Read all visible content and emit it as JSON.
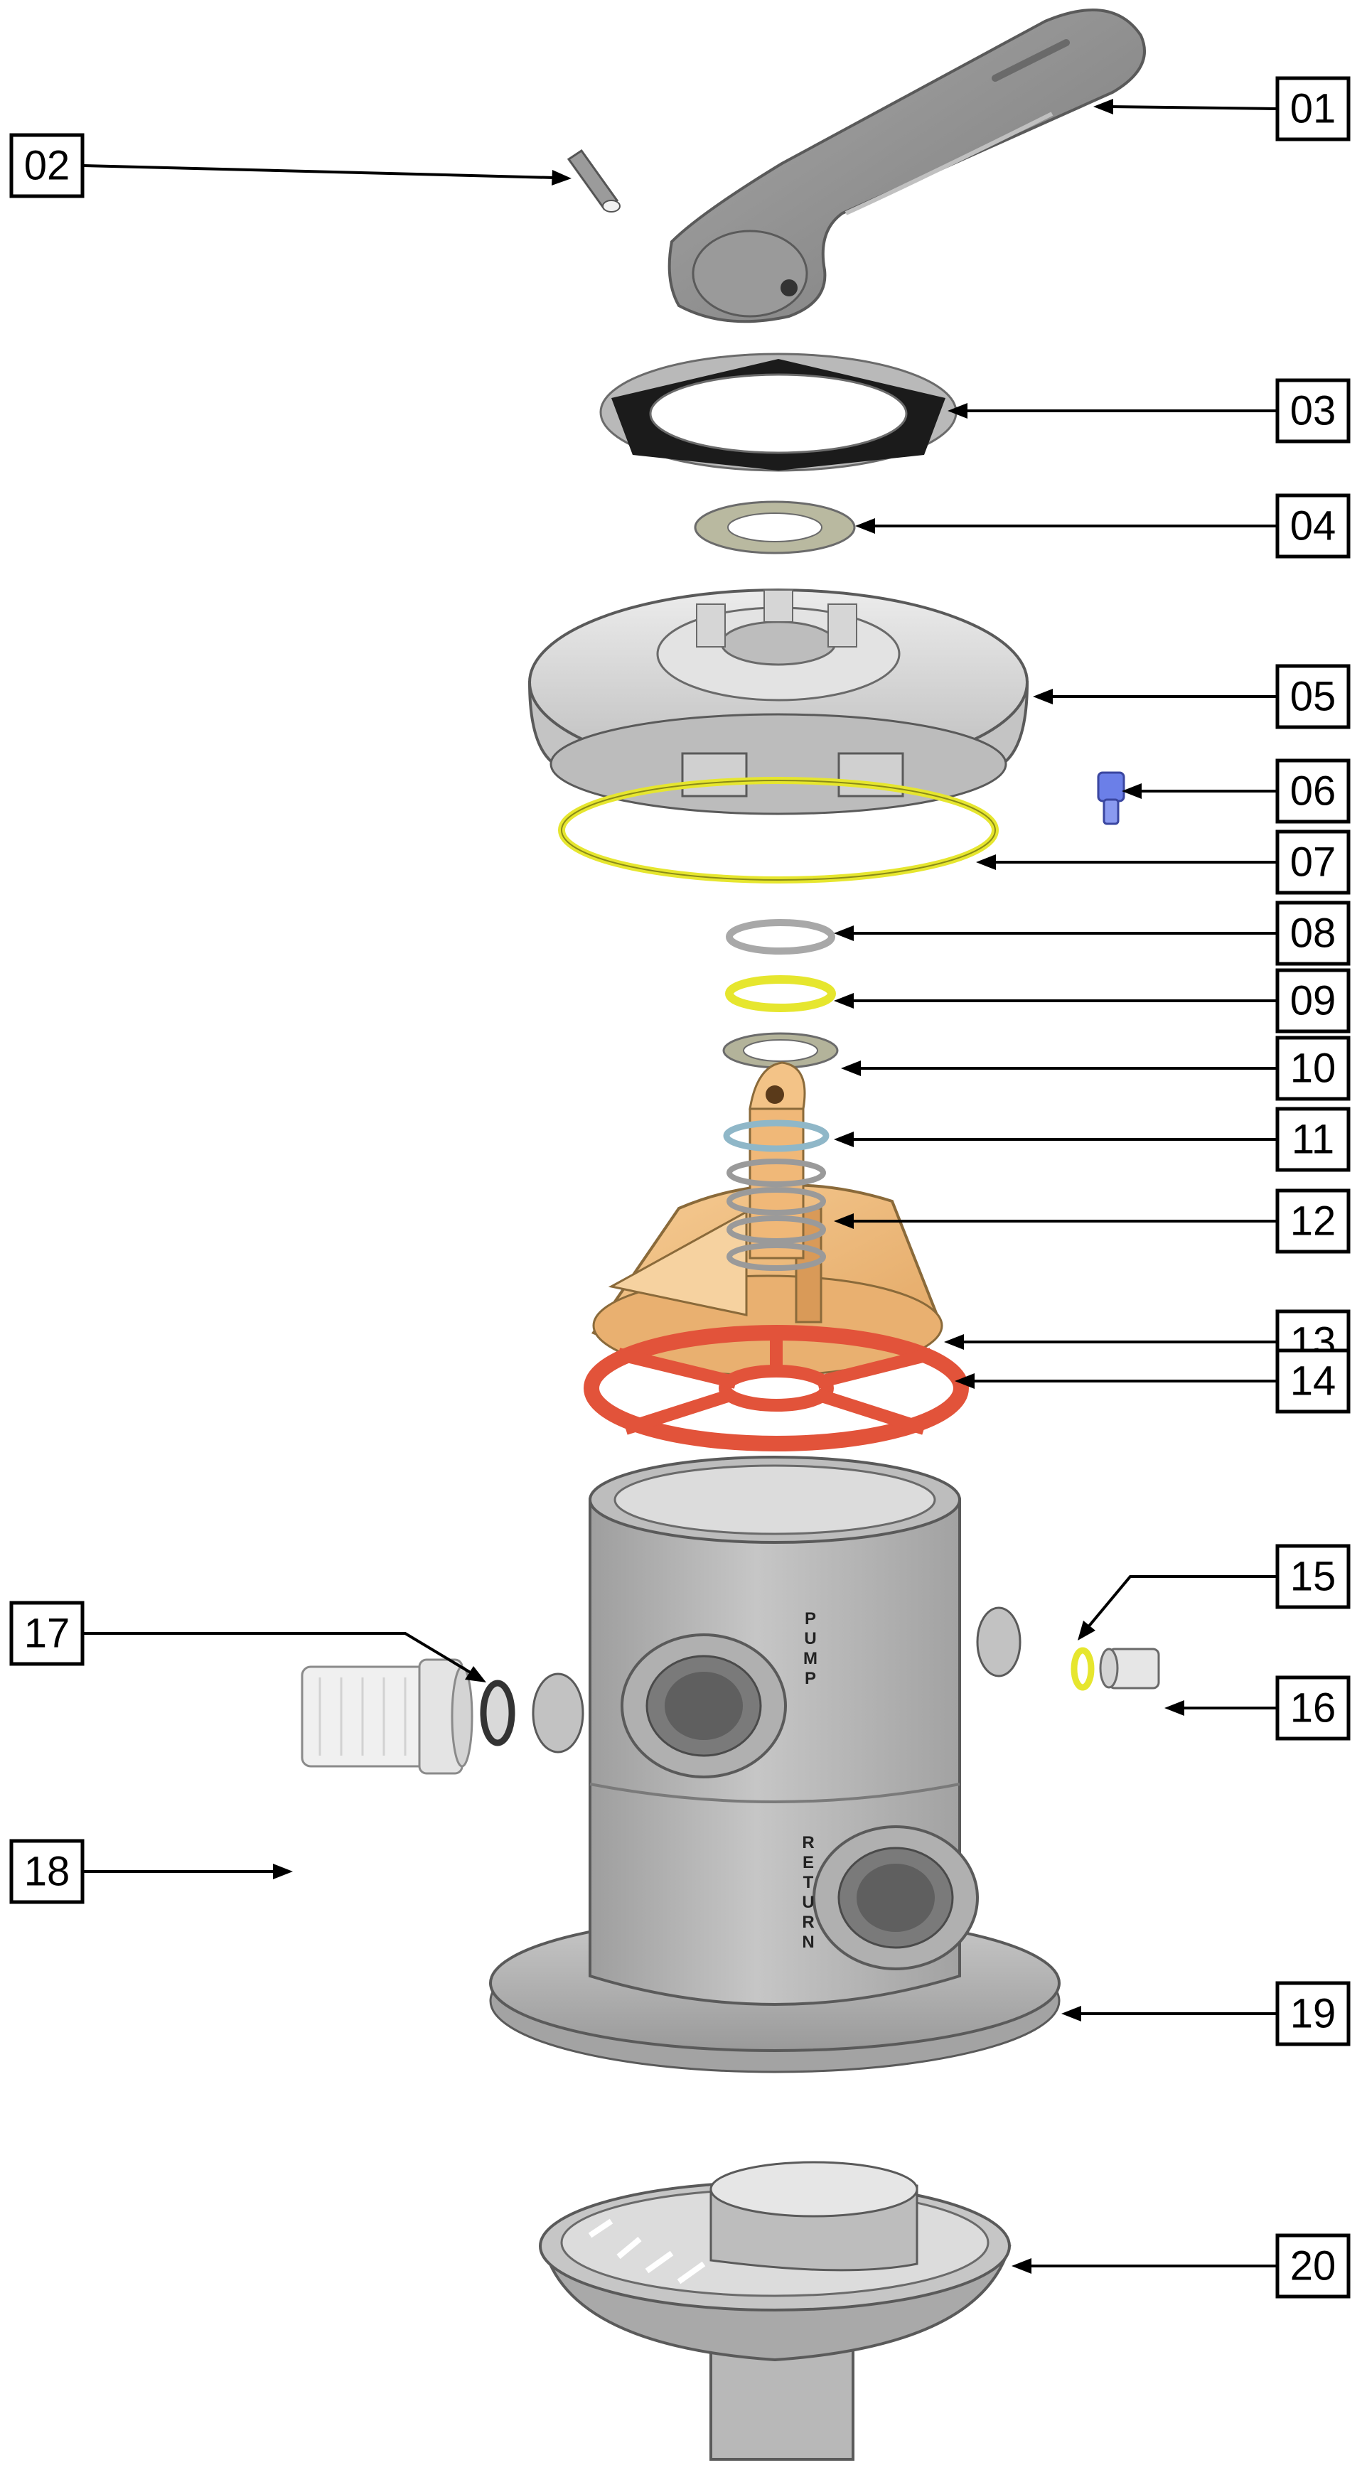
{
  "callouts": [
    {
      "id": "01",
      "label": "01"
    },
    {
      "id": "02",
      "label": "02"
    },
    {
      "id": "03",
      "label": "03"
    },
    {
      "id": "04",
      "label": "04"
    },
    {
      "id": "05",
      "label": "05"
    },
    {
      "id": "06",
      "label": "06"
    },
    {
      "id": "07",
      "label": "07"
    },
    {
      "id": "08",
      "label": "08"
    },
    {
      "id": "09",
      "label": "09"
    },
    {
      "id": "10",
      "label": "10"
    },
    {
      "id": "11",
      "label": "11"
    },
    {
      "id": "12",
      "label": "12"
    },
    {
      "id": "13",
      "label": "13"
    },
    {
      "id": "14",
      "label": "14"
    },
    {
      "id": "15",
      "label": "15"
    },
    {
      "id": "16",
      "label": "16"
    },
    {
      "id": "17",
      "label": "17"
    },
    {
      "id": "18",
      "label": "18"
    },
    {
      "id": "19",
      "label": "19"
    },
    {
      "id": "20",
      "label": "20"
    }
  ],
  "body_markings": {
    "pump": [
      "P",
      "U",
      "M",
      "P"
    ],
    "return": [
      "R",
      "E",
      "T",
      "U",
      "R",
      "N"
    ]
  },
  "colors": {
    "handle": "#8f8f8f",
    "gasket": "#b9b9b9",
    "gasket_dark": "#1b1b1b",
    "washer": "#b9b9a0",
    "cover": "#d9d9d9",
    "o_ring": "#e6e62e",
    "rotor": "#f0b878",
    "spider_gasket": "#e2533a",
    "body": "#b3b3b3",
    "sight_plug": "#6b7fe8",
    "fitting": "#e6e6e6"
  }
}
